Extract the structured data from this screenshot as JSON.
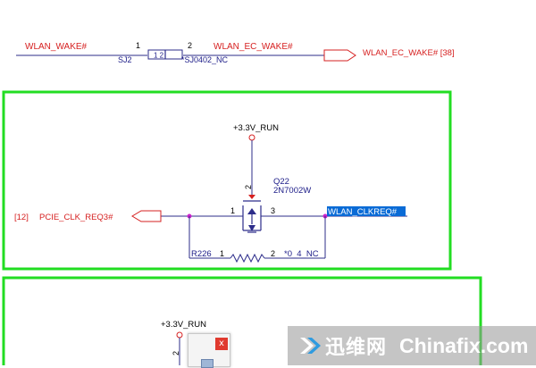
{
  "colors": {
    "wire": "#2c2c8a",
    "net_label": "#d62020",
    "ref_text": "#20208a",
    "pin_number": "#000000",
    "junction": "#cc22cc",
    "box": "#22dd22",
    "highlight": "#0a6bd6"
  },
  "net_labels": {
    "wlan_wake": "WLAN_WAKE#",
    "wlan_ec_wake": "WLAN_EC_WAKE#",
    "wlan_ec_wake_port": "WLAN_EC_WAKE# [38]",
    "pwr_1": "+3.3V_RUN",
    "pwr_2": "+3.3V_RUN",
    "pcie_clk": "PCIE_CLK_REQ3#",
    "pcie_ref": "[12]",
    "wlan_clkreq": "WLAN_CLKREQ#"
  },
  "components": {
    "sj2": {
      "ref": "SJ2",
      "value": "*SJ0402_NC",
      "pin1": "1",
      "pin2": "2",
      "inner": "1 2"
    },
    "q22": {
      "ref": "Q22",
      "value": "2N7002W",
      "pin1": "1",
      "pin2": "2",
      "pin3": "3"
    },
    "r226": {
      "ref": "R226",
      "value": "*0_4_NC",
      "pin1": "1",
      "pin2": "2"
    },
    "lower": {
      "pin2": "2"
    }
  },
  "popup": {
    "icon": "close-icon",
    "close_label": "x"
  },
  "watermark": {
    "cn": "迅维网",
    "en": "Chinafix.com",
    "icon": "arrow-logo-icon"
  }
}
